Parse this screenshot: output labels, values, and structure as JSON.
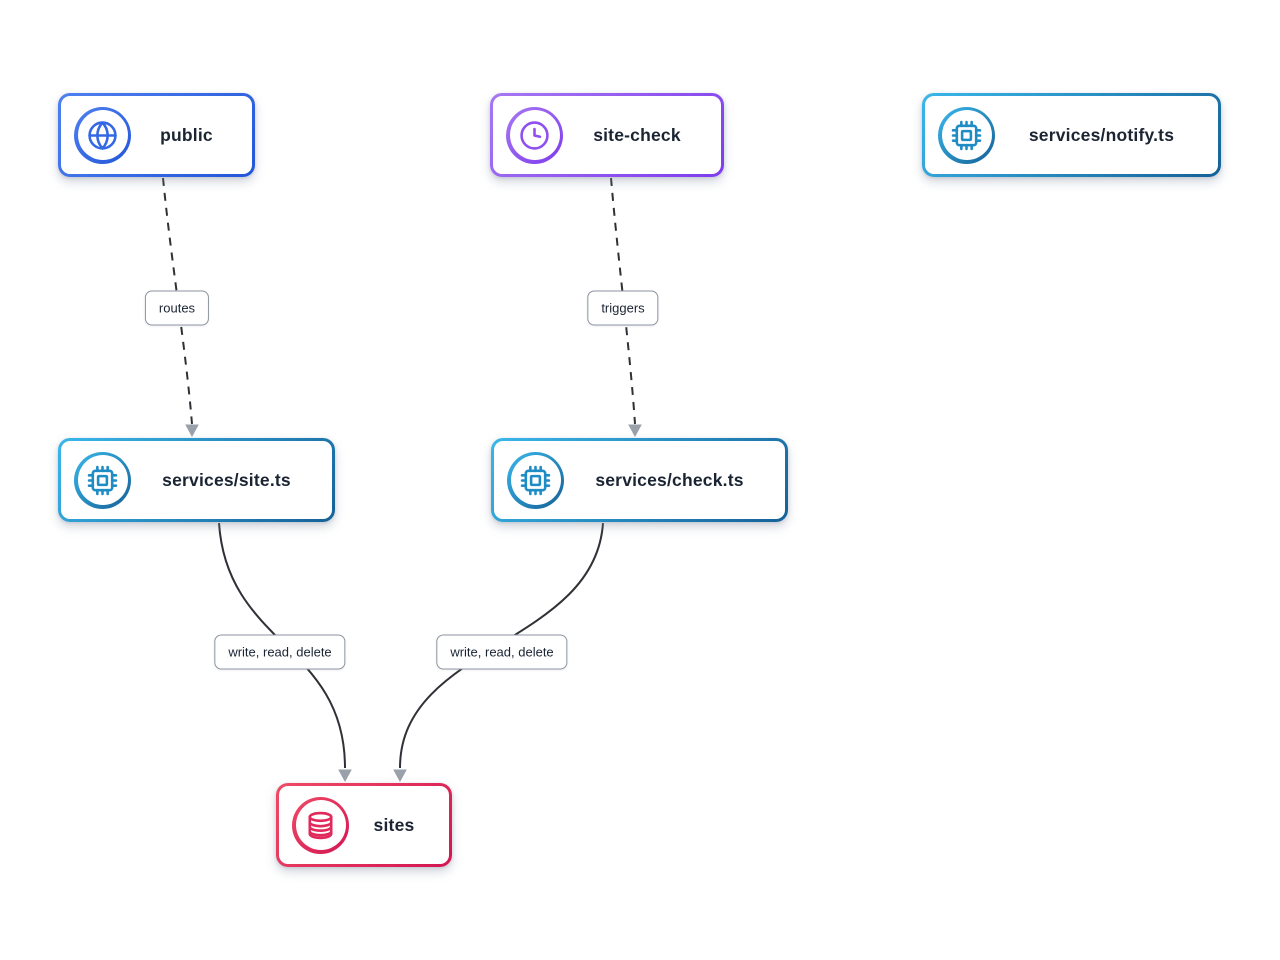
{
  "diagram": {
    "background": "#ffffff",
    "text_color": "#1b2433",
    "edge_color": "#2f3136",
    "arrow_color": "#9aa1ab",
    "edge_label_border_color": "#8d95a0",
    "nodes": [
      {
        "id": "public",
        "label": "public",
        "icon": "globe-icon",
        "border_from": "#4f80f0",
        "border_to": "#2356d9",
        "icon_color": "#3468e4"
      },
      {
        "id": "site-check",
        "label": "site-check",
        "icon": "clock-icon",
        "border_from": "#a678f2",
        "border_to": "#7e3bed",
        "icon_color": "#8e50ef"
      },
      {
        "id": "services/notify.ts",
        "label": "services/notify.ts",
        "icon": "chip-icon",
        "border_from": "#3ab7ea",
        "border_to": "#156197",
        "icon_color": "#1f8cc5"
      },
      {
        "id": "services/site.ts",
        "label": "services/site.ts",
        "icon": "chip-icon",
        "border_from": "#3ab7ea",
        "border_to": "#156197",
        "icon_color": "#1f8cc5"
      },
      {
        "id": "services/check.ts",
        "label": "services/check.ts",
        "icon": "chip-icon",
        "border_from": "#3ab7ea",
        "border_to": "#156197",
        "icon_color": "#1f8cc5"
      },
      {
        "id": "sites",
        "label": "sites",
        "icon": "database-icon",
        "border_from": "#ef4b66",
        "border_to": "#d31552",
        "icon_color": "#e12a5b"
      }
    ],
    "edges": [
      {
        "from": "public",
        "to": "services/site.ts",
        "label": "routes",
        "style": "dashed"
      },
      {
        "from": "site-check",
        "to": "services/check.ts",
        "label": "triggers",
        "style": "dashed"
      },
      {
        "from": "services/site.ts",
        "to": "sites",
        "label": "write, read, delete",
        "style": "solid"
      },
      {
        "from": "services/check.ts",
        "to": "sites",
        "label": "write, read, delete",
        "style": "solid"
      }
    ]
  }
}
